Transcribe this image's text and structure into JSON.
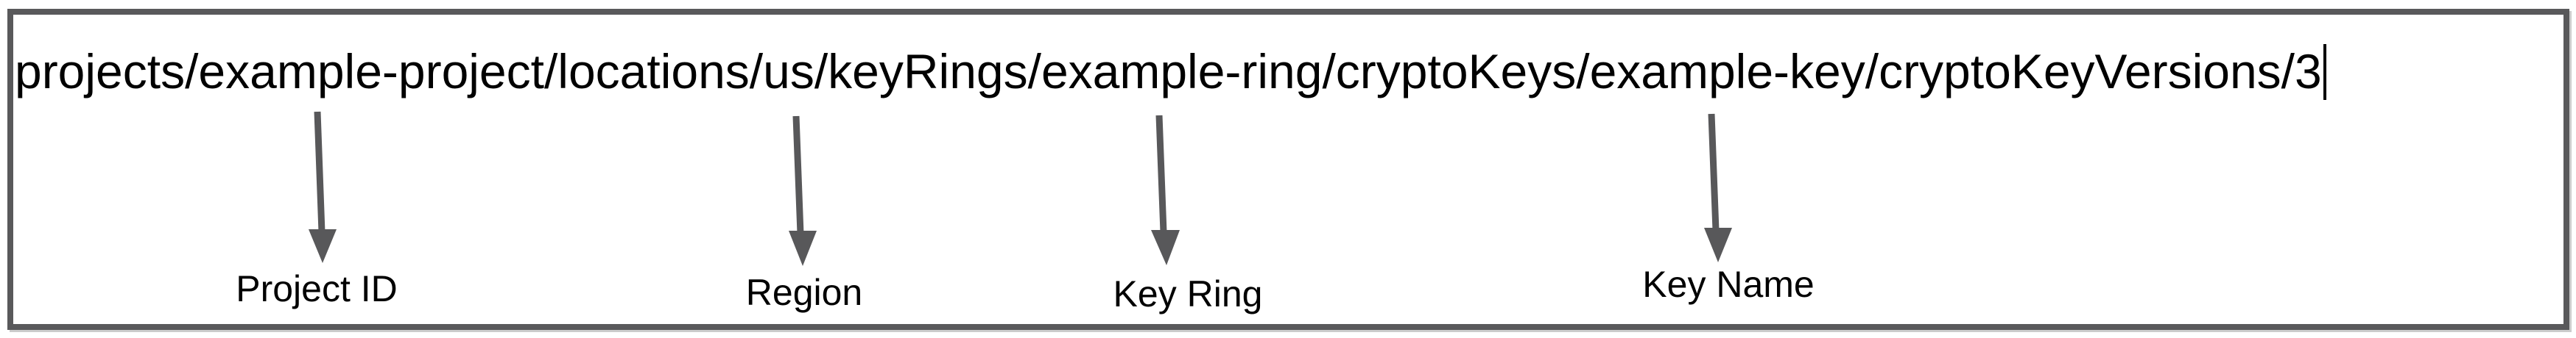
{
  "field": {
    "value": "projects/example-project/locations/us/keyRings/example-ring/cryptoKeys/example-key/cryptoKeyVersions/3"
  },
  "annotations": {
    "project_id": "Project ID",
    "region": "Region",
    "key_ring": "Key Ring",
    "key_name": "Key Name"
  },
  "colors": {
    "border": "#59595b",
    "arrow": "#58585a",
    "text": "#000000",
    "background": "#ffffff"
  }
}
